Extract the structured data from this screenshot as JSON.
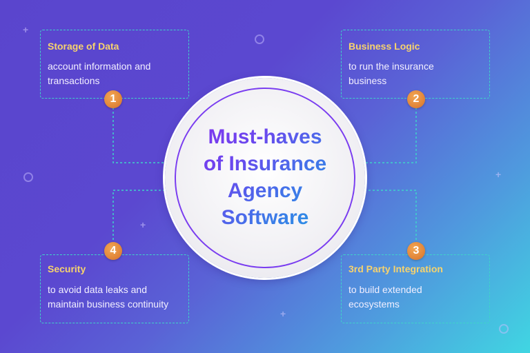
{
  "hub": {
    "title_lines": [
      "Must-haves",
      "of Insurance",
      "Agency",
      "Software"
    ]
  },
  "cards": [
    {
      "number": "1",
      "title": "Storage of Data",
      "desc_lines": [
        "account information and",
        "transactions"
      ]
    },
    {
      "number": "2",
      "title": "Business Logic",
      "desc_lines": [
        "to run the insurance",
        "business"
      ]
    },
    {
      "number": "3",
      "title": "3rd Party Integration",
      "desc_lines": [
        "to build extended",
        "ecosystems"
      ]
    },
    {
      "number": "4",
      "title": "Security",
      "desc_lines": [
        "to avoid data leaks and",
        "maintain business continuity"
      ]
    }
  ],
  "decorations": {
    "plus": "+"
  },
  "colors": {
    "card_title": "#f7d36d",
    "card_border": "#3fd4c9",
    "badge": "#e2873a",
    "hub_ring": "#7a3df0"
  }
}
